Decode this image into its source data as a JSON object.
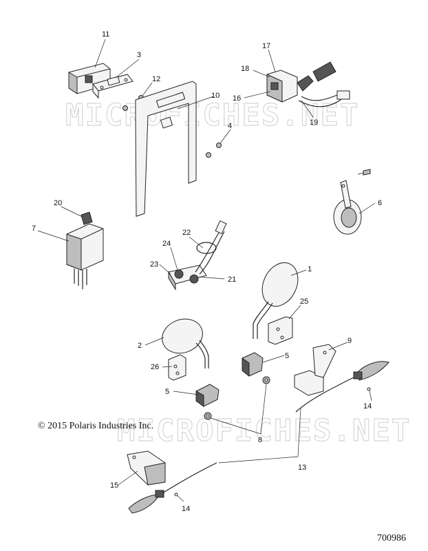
{
  "watermark": [
    "MICROFICHES.NET",
    "MICROFICHES.NET"
  ],
  "copyright": "© 2015 Polaris Industries Inc.",
  "document_id": "700986",
  "callouts": [
    {
      "id": "c11",
      "label": "11"
    },
    {
      "id": "c3",
      "label": "3"
    },
    {
      "id": "c12",
      "label": "12"
    },
    {
      "id": "c10",
      "label": "10"
    },
    {
      "id": "c4",
      "label": "4"
    },
    {
      "id": "c17",
      "label": "17"
    },
    {
      "id": "c18",
      "label": "18"
    },
    {
      "id": "c16",
      "label": "16"
    },
    {
      "id": "c19",
      "label": "19"
    },
    {
      "id": "c6",
      "label": "6"
    },
    {
      "id": "c20",
      "label": "20"
    },
    {
      "id": "c7",
      "label": "7"
    },
    {
      "id": "c22",
      "label": "22"
    },
    {
      "id": "c24",
      "label": "24"
    },
    {
      "id": "c23",
      "label": "23"
    },
    {
      "id": "c21",
      "label": "21"
    },
    {
      "id": "c1",
      "label": "1"
    },
    {
      "id": "c25",
      "label": "25"
    },
    {
      "id": "c2",
      "label": "2"
    },
    {
      "id": "c9",
      "label": "9"
    },
    {
      "id": "c26",
      "label": "26"
    },
    {
      "id": "c5a",
      "label": "5"
    },
    {
      "id": "c5b",
      "label": "5"
    },
    {
      "id": "c14a",
      "label": "14"
    },
    {
      "id": "c8",
      "label": "8"
    },
    {
      "id": "c13",
      "label": "13"
    },
    {
      "id": "c15",
      "label": "15"
    },
    {
      "id": "c14b",
      "label": "14"
    }
  ]
}
